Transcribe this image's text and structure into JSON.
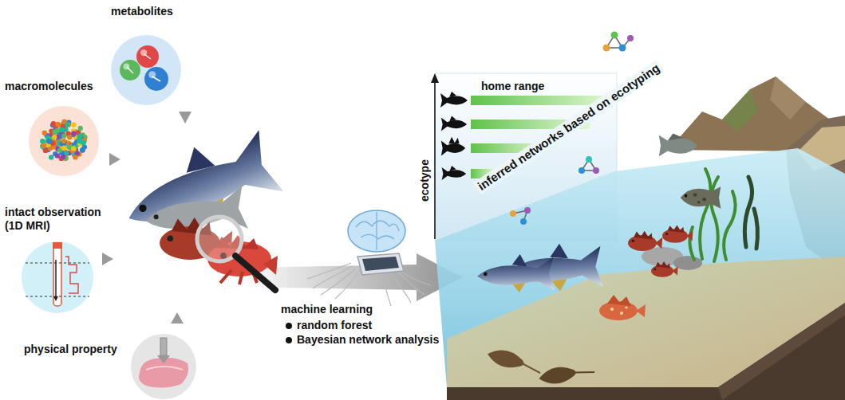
{
  "diagram": {
    "nodes": [
      {
        "text": [
          "metabolites"
        ]
      },
      {
        "text": [
          "macromolecules"
        ]
      },
      {
        "text": [
          "intact observation (1D MRI)"
        ]
      },
      {
        "text": [
          "physical property"
        ]
      }
    ],
    "labels": [
      "machine learning",
      "random forest",
      "Bayesian network analysis",
      "home range",
      "inferred networks based on ecotyping",
      "ecotype"
    ]
  }
}
